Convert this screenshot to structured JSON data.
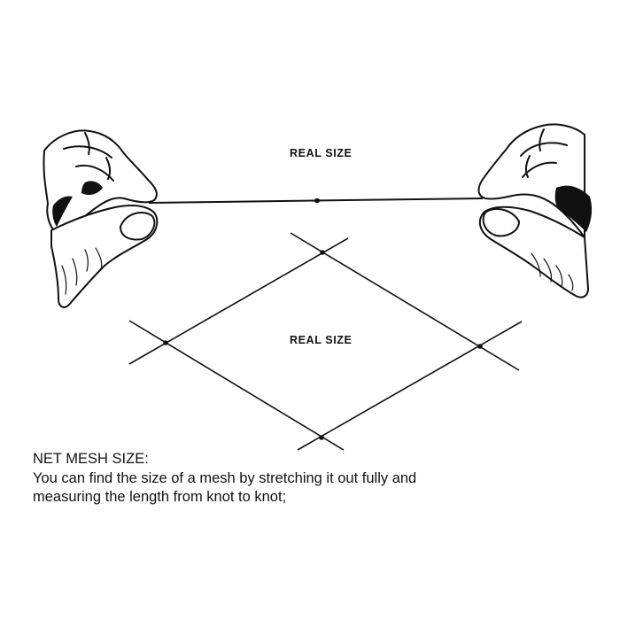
{
  "diagram": {
    "top_label": "REAL SIZE",
    "mesh_label": "REAL SIZE",
    "icons": {
      "left_hand": "hand-pinching-icon",
      "right_hand": "hand-pinching-icon",
      "knot": "knot-dot-icon"
    },
    "colors": {
      "line": "#111111",
      "background": "#ffffff"
    }
  },
  "caption": {
    "heading": "NET MESH SIZE:",
    "line1": "You can find the size of a mesh by stretching it out fully and",
    "line2": "measuring the length from knot to knot;"
  }
}
